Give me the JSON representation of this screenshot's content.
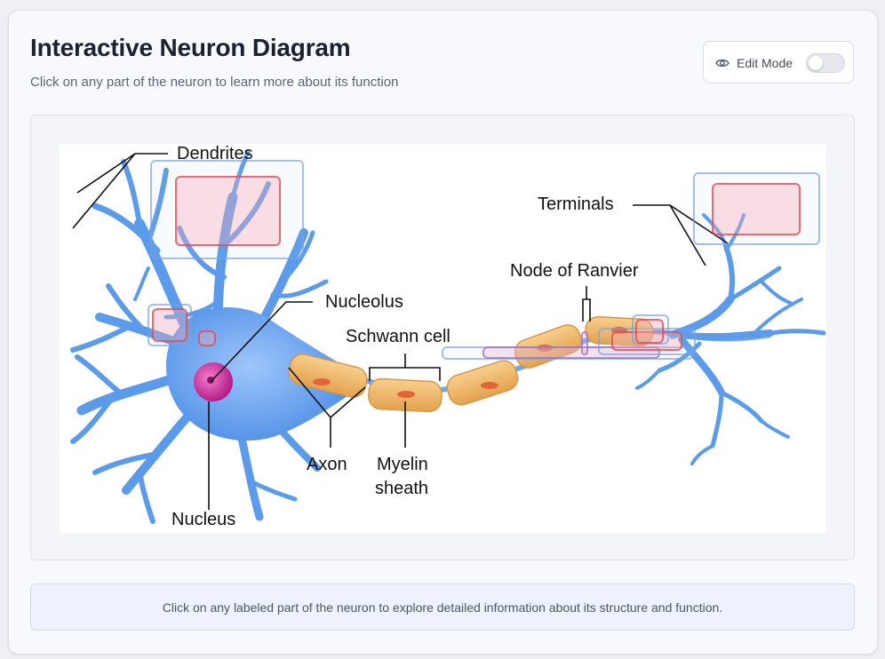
{
  "header": {
    "title": "Interactive Neuron Diagram",
    "subtitle": "Click on any part of the neuron to learn more about its function"
  },
  "edit_mode": {
    "label": "Edit Mode",
    "enabled": false,
    "icon": "eye-icon"
  },
  "diagram": {
    "labels": {
      "dendrites": "Dendrites",
      "terminals": "Terminals",
      "node_of_ranvier": "Node of Ranvier",
      "nucleolus": "Nucleolus",
      "schwann_cell": "Schwann cell",
      "axon": "Axon",
      "myelin_sheath_1": "Myelin",
      "myelin_sheath_2": "sheath",
      "nucleus": "Nucleus"
    },
    "colors": {
      "neuron_blue": "#5b9bea",
      "myelin": "#f0b766",
      "nucleus": "#d63aa4",
      "hotspot_red": "#dc4650",
      "hotspot_blue": "#78a0e1"
    }
  },
  "footer": {
    "hint": "Click on any labeled part of the neuron to explore detailed information about its structure and function."
  }
}
